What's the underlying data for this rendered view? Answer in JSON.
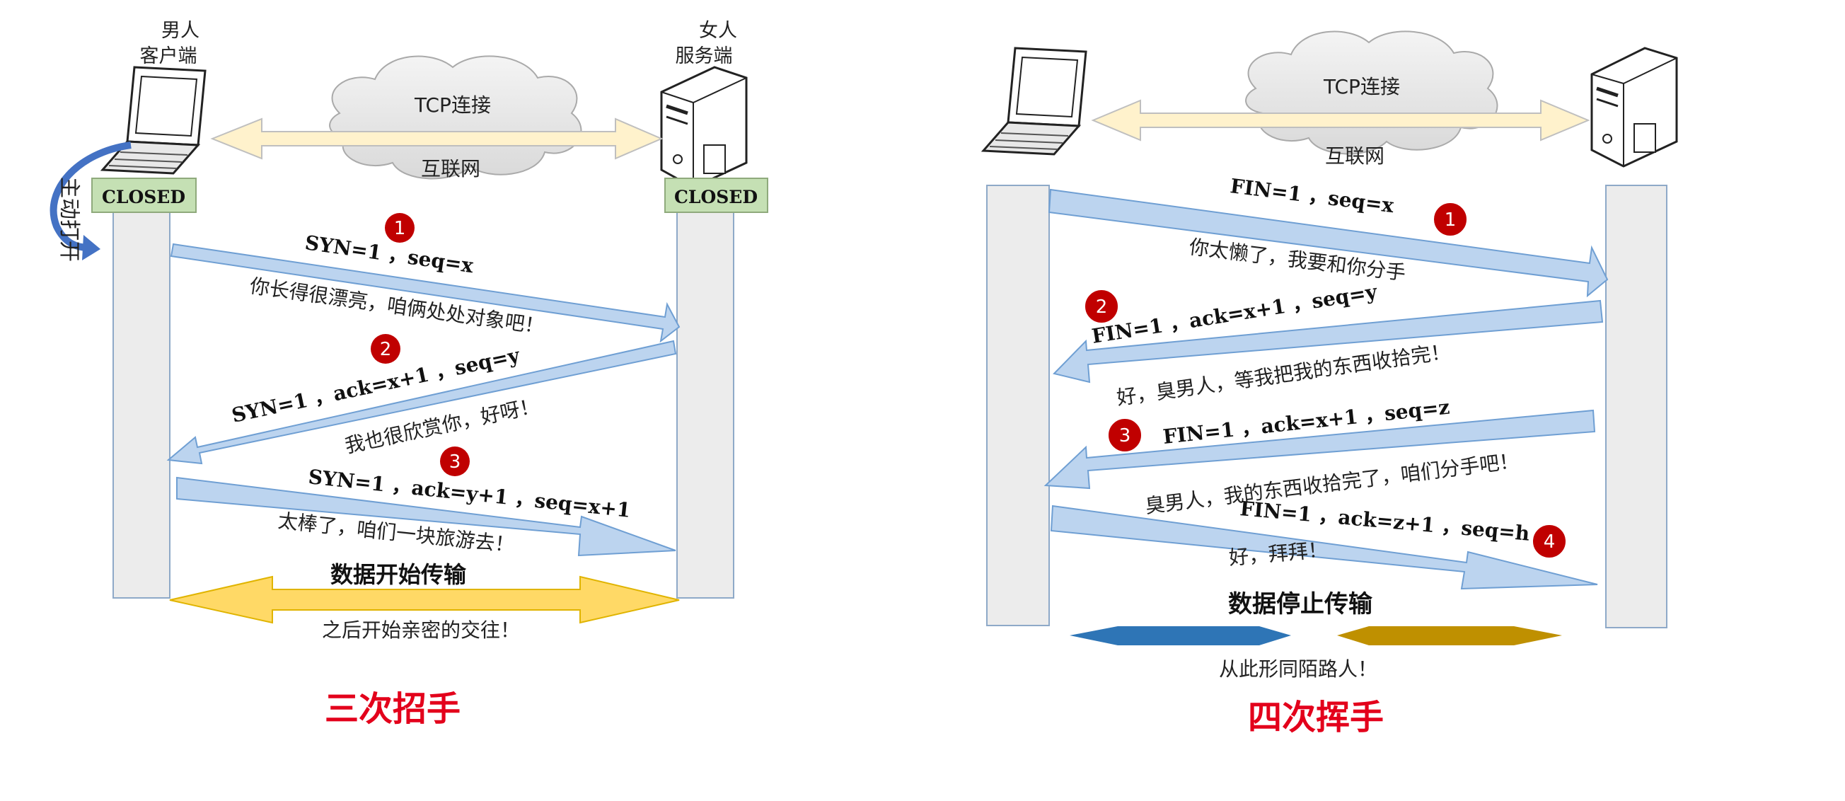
{
  "left": {
    "client_label_line1": "男人",
    "client_label_line2": "客户端",
    "server_label_line1": "女人",
    "server_label_line2": "服务端",
    "tcp_label": "TCP连接",
    "internet_label": "互联网",
    "client_state": "CLOSED",
    "server_state": "CLOSED",
    "active_open": "主动打开",
    "msg1": "SYN=1 ，seq=x",
    "msg1_cn": "你长得很漂亮，咱俩处处对象吧！",
    "msg2": "SYN=1 ，ack=x+1 ，seq=y",
    "msg2_cn": "我也很欣赏你，好呀！",
    "msg3": "SYN=1 ，ack=y+1 ，seq=x+1",
    "msg3_cn": "太棒了，咱们一块旅游去！",
    "data_label": "数据开始传输",
    "after_label": "之后开始亲密的交往！",
    "badges": [
      "1",
      "2",
      "3"
    ],
    "title": "三次招手"
  },
  "right": {
    "tcp_label": "TCP连接",
    "internet_label": "互联网",
    "msg1": "FIN=1 ，seq=x",
    "msg1_cn": "你太懒了，我要和你分手",
    "msg2": "FIN=1 ，ack=x+1 ，seq=y",
    "msg2_cn": "好，臭男人，等我把我的东西收拾完！",
    "msg3": "FIN=1 ，ack=x+1 ，seq=z",
    "msg3_cn": "臭男人，我的东西收拾完了，咱们分手吧！",
    "msg4": "FIN=1 ，ack=z+1 ，seq=h",
    "msg4_cn": "好，拜拜！",
    "data_label": "数据停止传输",
    "after_label": "从此形同陌路人！",
    "badges": [
      "1",
      "2",
      "3",
      "4"
    ],
    "title": "四次挥手"
  },
  "colors": {
    "arrow_fill": "#bcd4ef",
    "arrow_stroke": "#6f9fd3",
    "state_box": "#c5e0b4",
    "lifeline": "#ececec",
    "badge": "#c00000",
    "data_arrow": "#ffd966",
    "blue_half": "#2e75b6",
    "gold_half": "#bf9000",
    "title_red": "#e3001b",
    "tcp_arrow": "#fff2cc"
  }
}
